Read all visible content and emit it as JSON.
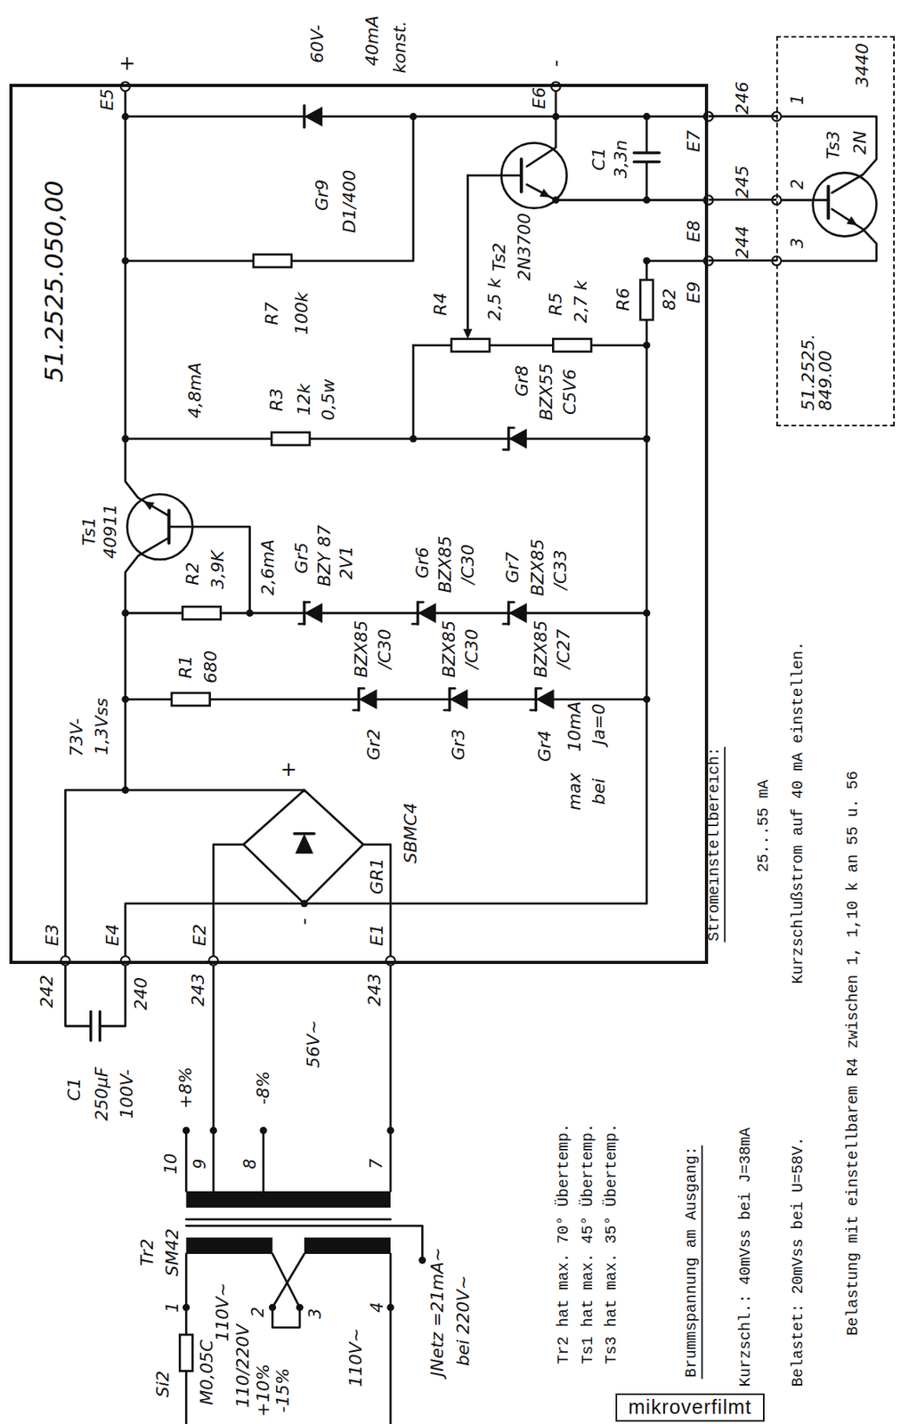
{
  "diagram": {
    "nodes": [
      {
        "text": [
          "51.2525.050,00"
        ]
      },
      {
        "text": [
          "51.2525. 849.00"
        ]
      },
      {
        "text": [
          "mikroverfilmt"
        ]
      }
    ],
    "edges": [
      {
        "from": 0,
        "to": 1,
        "arrow": "none",
        "label": "246"
      },
      {
        "from": 0,
        "to": 1,
        "arrow": "none",
        "label": "245"
      },
      {
        "from": 0,
        "to": 1,
        "arrow": "none",
        "label": "244"
      }
    ],
    "labels": [
      "+",
      "E5",
      "60V-",
      "40mA",
      "konst.",
      "-",
      "E6",
      "Gr9",
      "D1/400",
      "R7",
      "100k",
      "4,8mA",
      "R3",
      "12k",
      "0,5w",
      "R4",
      "2,5 k",
      "R5",
      "2,7 k",
      "R6",
      "82",
      "E9",
      "Ts2",
      "2N3700",
      "C1",
      "3,3n",
      "E7",
      "E8",
      "1",
      "2",
      "3",
      "Ts3",
      "2N",
      "3440",
      "Gr8",
      "BZX55",
      "C5V6",
      "Ts1",
      "40911",
      "R2",
      "3,9K",
      "2,6mA",
      "Gr5",
      "BZY 87",
      "2V1",
      "Gr6",
      "BZX85",
      "/C30",
      "Gr7",
      "BZX85",
      "/C33",
      "R1",
      "680",
      "BZX85",
      "/C30",
      "Gr2",
      "BZX85",
      "/C30",
      "Gr3",
      "BZX85",
      "/C27",
      "Gr4",
      "10mA",
      "Ja=0",
      "max",
      "bei",
      "73V-",
      "1,3Vss",
      "+",
      "-",
      "GR1",
      "SBMC4",
      "E3",
      "E4",
      "E2",
      "E1",
      "242",
      "240",
      "243",
      "243",
      "C1",
      "250µF",
      "100V-",
      "+8%",
      "-8%",
      "56V~",
      "10",
      "9",
      "8",
      "7",
      "Tr2",
      "SM42",
      "JNetz =21mA~",
      "bei 220V~",
      "1",
      "2",
      "3",
      "4",
      "110V~",
      "110/220V",
      "+10%",
      "-15%",
      "110V~",
      "Si2",
      "M0,05C",
      "Tr2 hat max. 70° Übertemp.",
      "Ts1 hat max. 45° Übertemp.",
      "Ts3 hat max. 35° Übertemp.",
      "Brummspannung am Ausgang:",
      "Stromeinstellbereich:",
      "Kurzschl.: 40mVss bei J=38mA",
      "25...55 mA",
      "Belastet: 20mVss bei U=58V.",
      "Kurzschlußstrom auf 40 mA einstellen.",
      "Belastung mit einstellbarem R4 zwischen 1, 1,10 k an 55 u. 56"
    ]
  }
}
